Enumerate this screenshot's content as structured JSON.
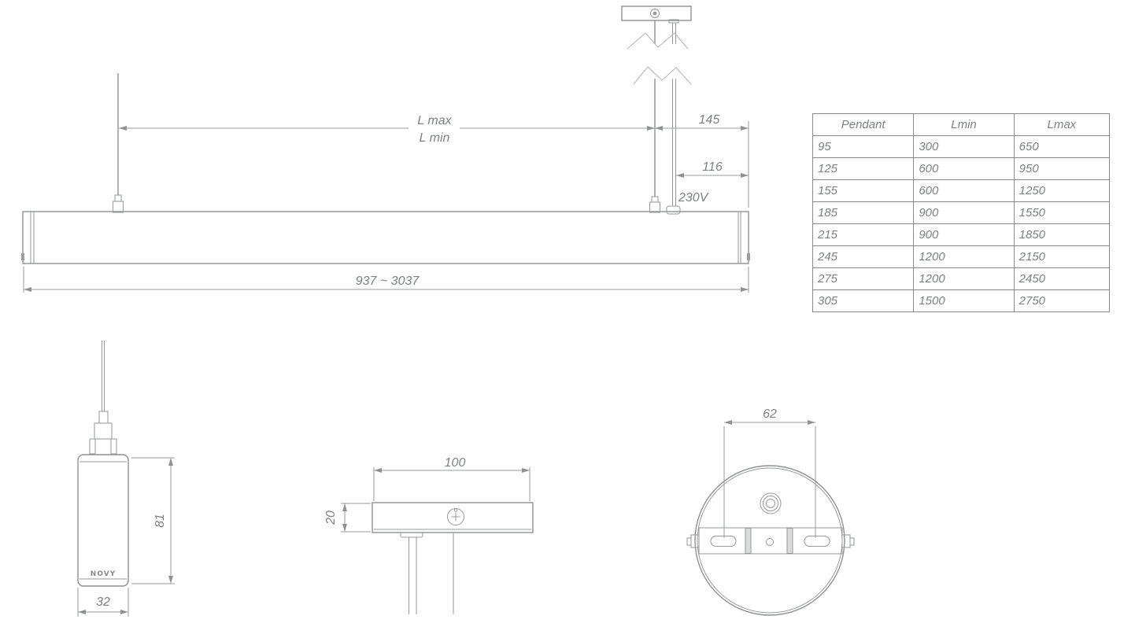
{
  "colors": {
    "line": "#96989a",
    "outline": "#8f9193",
    "dimension": "#9a9c9e",
    "text": "#7e8184",
    "table_border": "#87898b"
  },
  "labels": {
    "l_max": "L max",
    "l_min": "L min",
    "suspension_offset": "145",
    "power_entry_offset": "116",
    "voltage": "230V",
    "length_range": "937 ~ 3037",
    "profile_height": "81",
    "profile_width": "32",
    "brand_logo": "NOVY",
    "canopy_width": "100",
    "canopy_height": "20",
    "slot_spacing": "62"
  },
  "table": {
    "columns": [
      "Pendant",
      "Lmin",
      "Lmax"
    ],
    "rows": [
      [
        "95",
        "300",
        "650"
      ],
      [
        "125",
        "600",
        "950"
      ],
      [
        "155",
        "600",
        "1250"
      ],
      [
        "185",
        "900",
        "1550"
      ],
      [
        "215",
        "900",
        "1850"
      ],
      [
        "245",
        "1200",
        "2150"
      ],
      [
        "275",
        "1200",
        "2450"
      ],
      [
        "305",
        "1500",
        "2750"
      ]
    ]
  }
}
